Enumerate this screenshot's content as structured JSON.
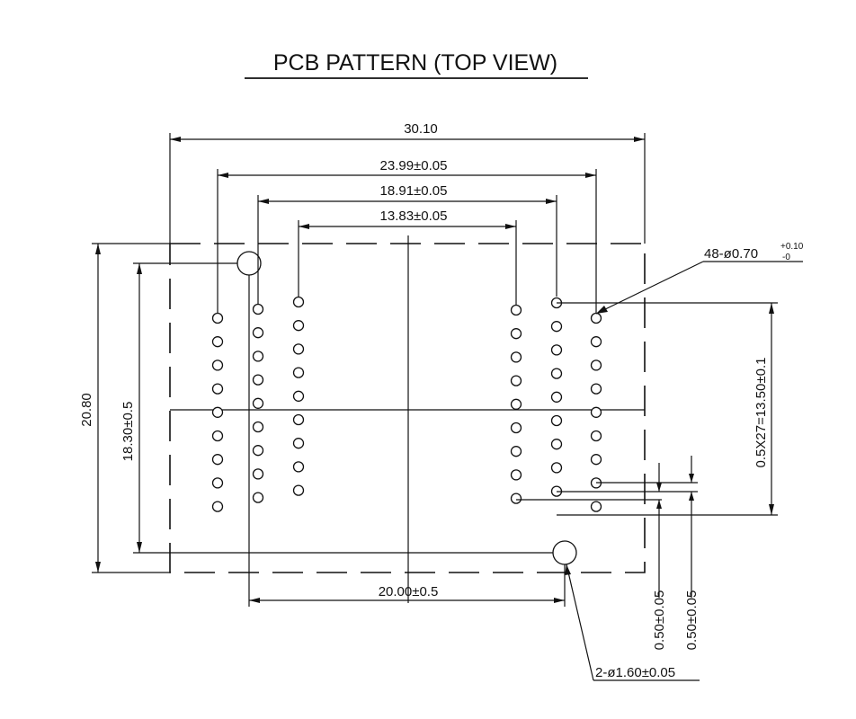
{
  "title": "PCB PATTERN  (TOP VIEW)",
  "dimensions": {
    "overall_width": "30.10",
    "outer_row_span": "23.99±0.05",
    "middle_row_span": "18.91±0.05",
    "inner_row_span": "13.83±0.05",
    "hole_spacing": "20.00±0.5",
    "overall_height": "20.80",
    "hole_vertical_span": "18.30±0.5",
    "pitch_total": "0.5X27=13.50±0.1",
    "pitch_a": "0.50±0.05",
    "pitch_b": "0.50±0.05"
  },
  "callouts": {
    "pad_count": "48-ø0.70",
    "pad_tol_plus": "+0.10",
    "pad_tol_minus": "-0",
    "hole_spec": "2-ø1.60±0.05"
  }
}
